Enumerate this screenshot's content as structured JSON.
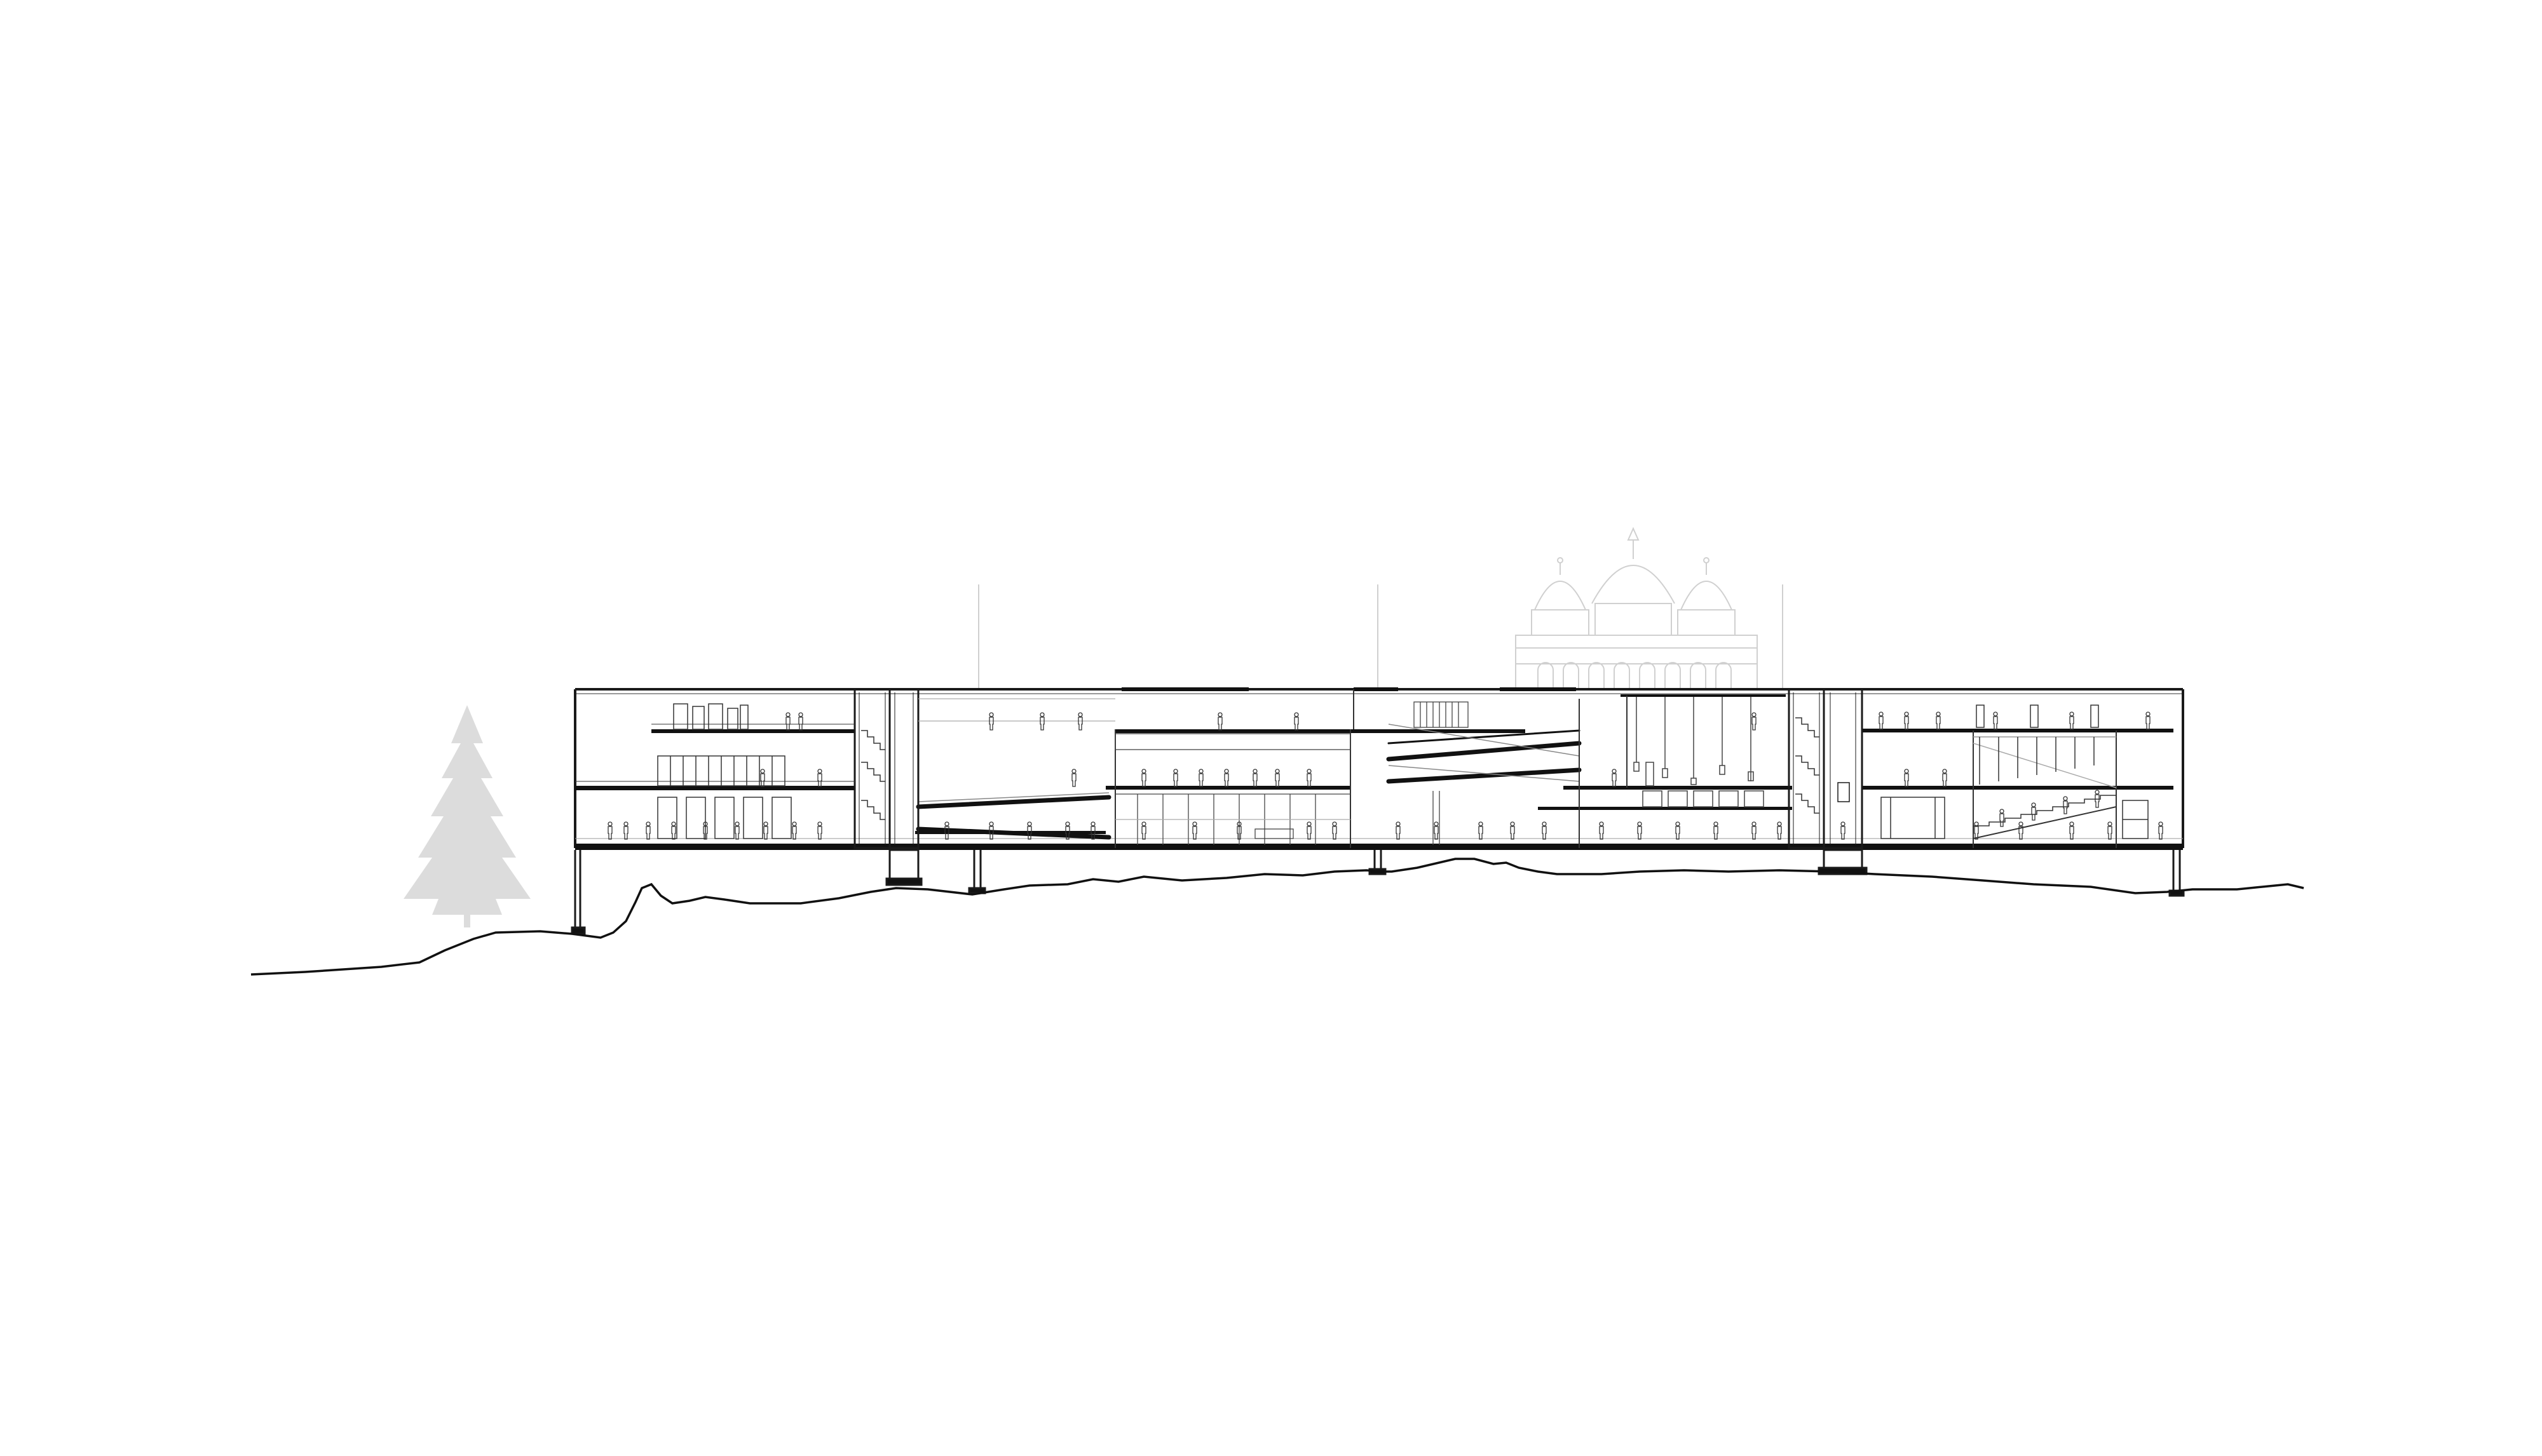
{
  "drawing": {
    "kind": "architectural-section",
    "colors": {
      "background": "#ffffff",
      "line": "#1a1a1a",
      "slab": "#111111",
      "fine": "#555555",
      "ghost": "#d2d2d2",
      "tree": "#d9d9d9"
    },
    "icons": [
      "tree-silhouette",
      "domed-building-silhouette",
      "person-figure",
      "staircase",
      "column"
    ]
  }
}
